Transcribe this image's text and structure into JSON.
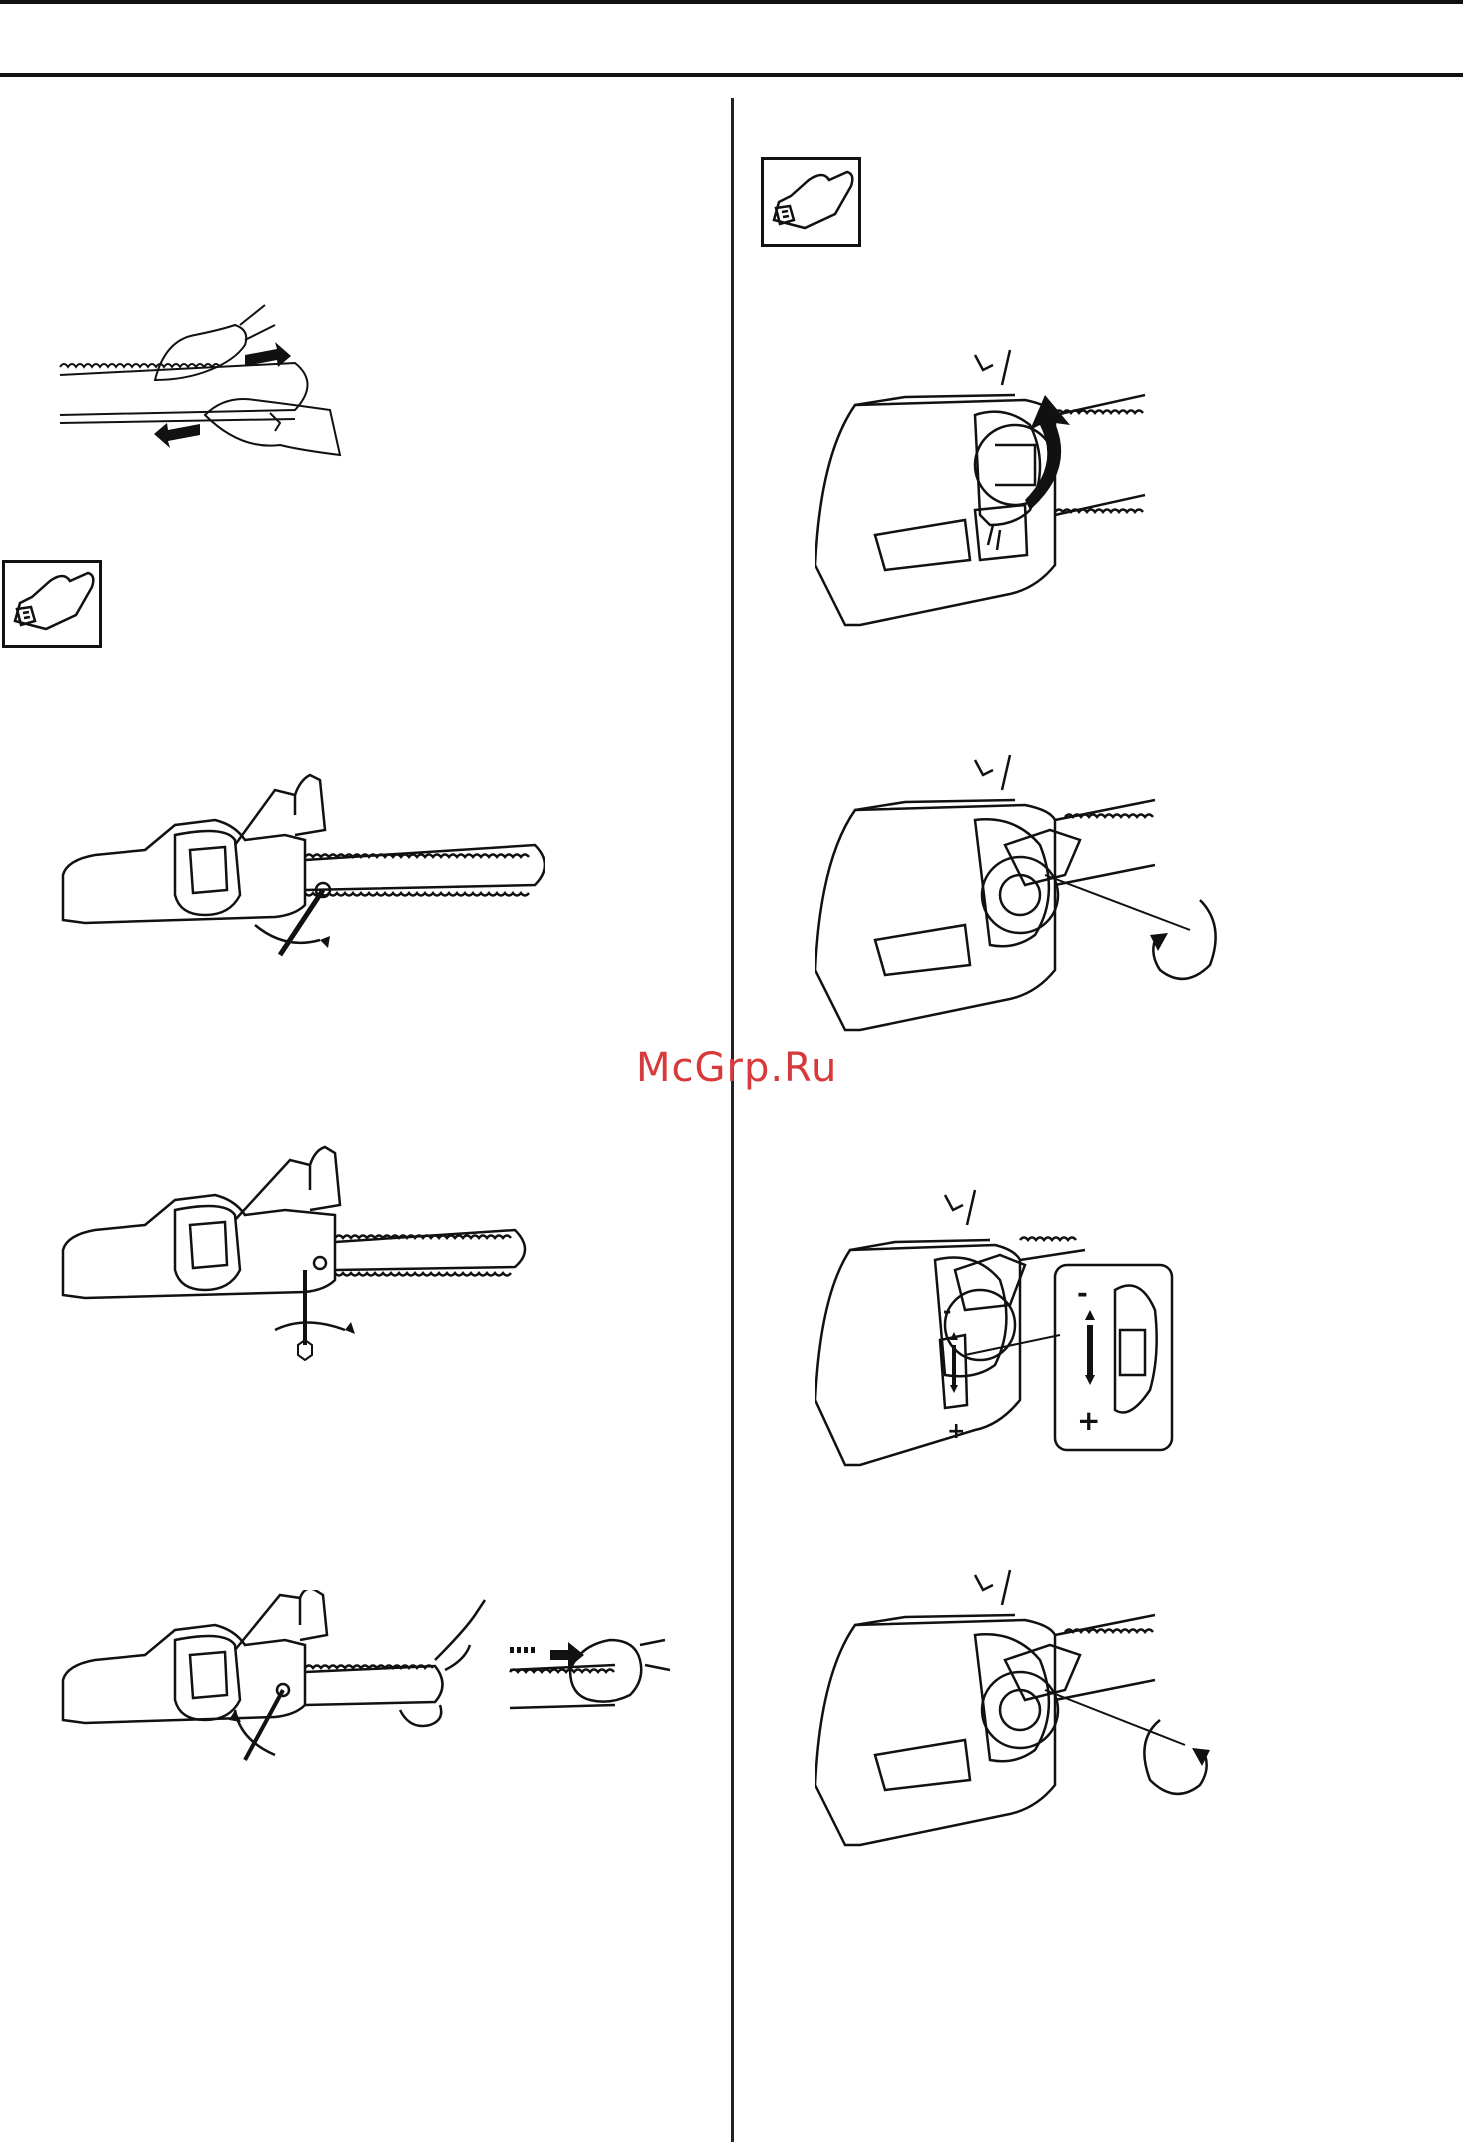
{
  "watermark": {
    "text": "McGrp.Ru",
    "color": "#d63a3a"
  },
  "icons": {
    "protective_gloves_left": "protective-gloves-icon",
    "protective_gloves_right": "protective-gloves-icon"
  },
  "figures": {
    "tension_check_hands": "hands-pulling-chain-illustration",
    "chainsaw_loosen_nut": "chainsaw-loosen-bar-nut-illustration",
    "chainsaw_adjust_screw": "chainsaw-tensioning-screw-illustration",
    "chainsaw_tighten_check": "chainsaw-tighten-and-check-illustration",
    "knob_fold_out": "tension-knob-fold-out-illustration",
    "knob_loosen": "tension-knob-loosen-illustration",
    "tension_wheel_adjust": "tension-wheel-adjust-illustration",
    "knob_tighten": "tension-knob-tighten-illustration"
  },
  "tension_wheel_signs": {
    "minus": "-",
    "plus": "+"
  }
}
